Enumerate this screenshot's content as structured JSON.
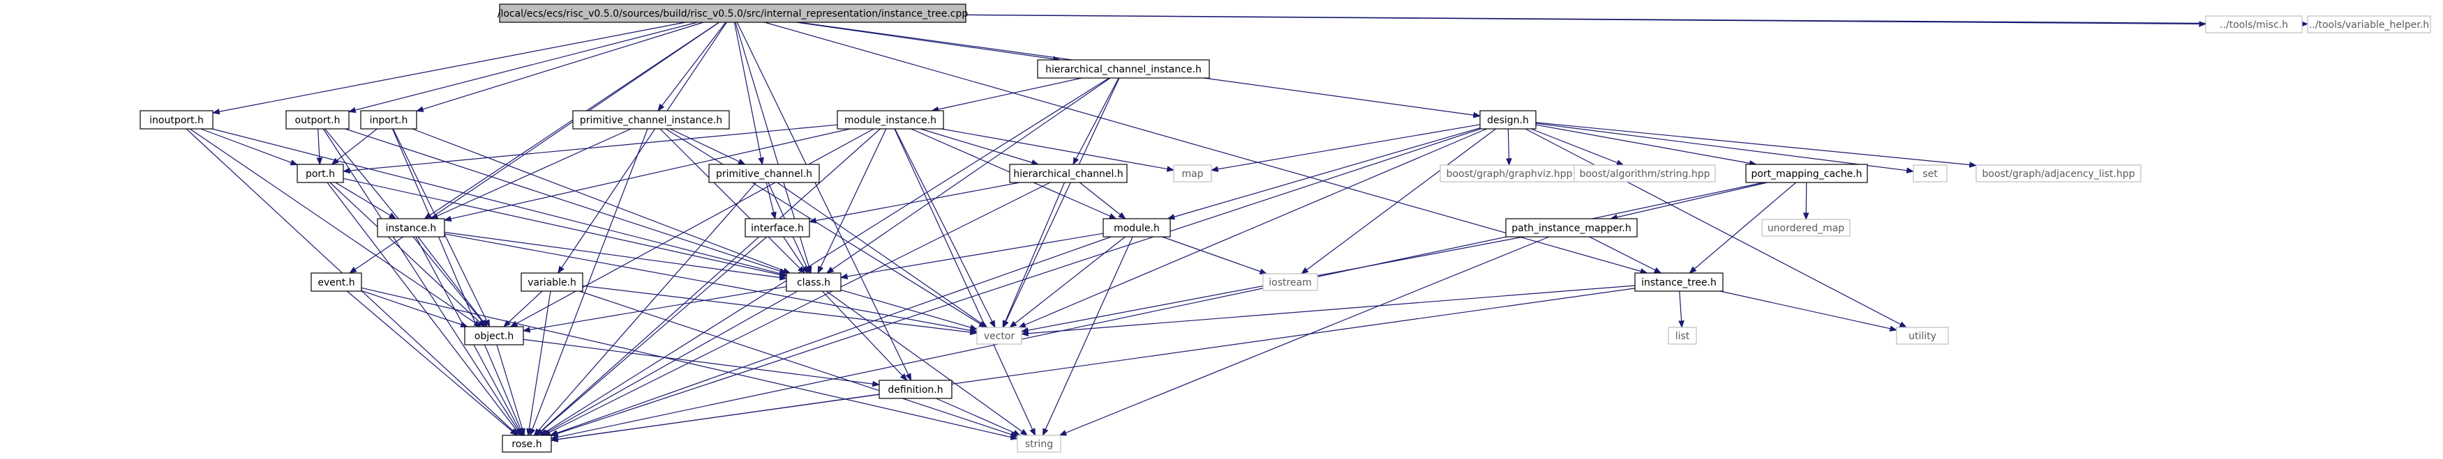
{
  "colors": {
    "edge": "#191970",
    "root_fill": "#bfbfbf",
    "internal_border": "#000000",
    "external_border": "#bfbfbf",
    "external_text": "#5a5a5a"
  },
  "nodes": [
    {
      "id": "root",
      "label": "/local/ecs/ecs/risc_v0.5.0/sources/build/risc_v0.5.0/src/internal_representation/instance_tree.cpp",
      "kind": "root"
    },
    {
      "id": "hierarchical_channel_instance_h",
      "label": "hierarchical_channel_instance.h",
      "kind": "internal"
    },
    {
      "id": "tools_misc_h",
      "label": "../tools/misc.h",
      "kind": "external"
    },
    {
      "id": "tools_variable_helper_h",
      "label": "../tools/variable_helper.h",
      "kind": "external"
    },
    {
      "id": "inoutport_h",
      "label": "inoutport.h",
      "kind": "internal"
    },
    {
      "id": "outport_h",
      "label": "outport.h",
      "kind": "internal"
    },
    {
      "id": "inport_h",
      "label": "inport.h",
      "kind": "internal"
    },
    {
      "id": "primitive_channel_instance_h",
      "label": "primitive_channel_instance.h",
      "kind": "internal"
    },
    {
      "id": "module_instance_h",
      "label": "module_instance.h",
      "kind": "internal"
    },
    {
      "id": "design_h",
      "label": "design.h",
      "kind": "internal"
    },
    {
      "id": "port_h",
      "label": "port.h",
      "kind": "internal"
    },
    {
      "id": "primitive_channel_h",
      "label": "primitive_channel.h",
      "kind": "internal"
    },
    {
      "id": "hierarchical_channel_h",
      "label": "hierarchical_channel.h",
      "kind": "internal"
    },
    {
      "id": "map",
      "label": "map",
      "kind": "external"
    },
    {
      "id": "boost_graphviz",
      "label": "boost/graph/graphviz.hpp",
      "kind": "external"
    },
    {
      "id": "boost_string",
      "label": "boost/algorithm/string.hpp",
      "kind": "external"
    },
    {
      "id": "port_mapping_cache_h",
      "label": "port_mapping_cache.h",
      "kind": "internal"
    },
    {
      "id": "set",
      "label": "set",
      "kind": "external"
    },
    {
      "id": "boost_adjacency",
      "label": "boost/graph/adjacency_list.hpp",
      "kind": "external"
    },
    {
      "id": "instance_h",
      "label": "instance.h",
      "kind": "internal"
    },
    {
      "id": "interface_h",
      "label": "interface.h",
      "kind": "internal"
    },
    {
      "id": "module_h",
      "label": "module.h",
      "kind": "internal"
    },
    {
      "id": "path_instance_mapper_h",
      "label": "path_instance_mapper.h",
      "kind": "internal"
    },
    {
      "id": "unordered_map",
      "label": "unordered_map",
      "kind": "external"
    },
    {
      "id": "event_h",
      "label": "event.h",
      "kind": "internal"
    },
    {
      "id": "variable_h",
      "label": "variable.h",
      "kind": "internal"
    },
    {
      "id": "class_h",
      "label": "class.h",
      "kind": "internal"
    },
    {
      "id": "iostream",
      "label": "iostream",
      "kind": "external"
    },
    {
      "id": "instance_tree_h",
      "label": "instance_tree.h",
      "kind": "internal"
    },
    {
      "id": "object_h",
      "label": "object.h",
      "kind": "internal"
    },
    {
      "id": "vector",
      "label": "vector",
      "kind": "external"
    },
    {
      "id": "list",
      "label": "list",
      "kind": "external"
    },
    {
      "id": "utility",
      "label": "utility",
      "kind": "external"
    },
    {
      "id": "definition_h",
      "label": "definition.h",
      "kind": "internal"
    },
    {
      "id": "rose_h",
      "label": "rose.h",
      "kind": "internal"
    },
    {
      "id": "string",
      "label": "string",
      "kind": "external"
    }
  ],
  "edges": [
    [
      "root",
      "hierarchical_channel_instance_h"
    ],
    [
      "root",
      "tools_misc_h"
    ],
    [
      "root",
      "tools_variable_helper_h"
    ],
    [
      "root",
      "inoutport_h"
    ],
    [
      "root",
      "outport_h"
    ],
    [
      "root",
      "inport_h"
    ],
    [
      "root",
      "primitive_channel_instance_h"
    ],
    [
      "root",
      "design_h"
    ],
    [
      "root",
      "primitive_channel_h"
    ],
    [
      "root",
      "instance_h"
    ],
    [
      "root",
      "event_h"
    ],
    [
      "root",
      "variable_h"
    ],
    [
      "root",
      "class_h"
    ],
    [
      "root",
      "instance_tree_h"
    ],
    [
      "root",
      "definition_h"
    ],
    [
      "hierarchical_channel_instance_h",
      "module_instance_h"
    ],
    [
      "hierarchical_channel_instance_h",
      "hierarchical_channel_h"
    ],
    [
      "hierarchical_channel_instance_h",
      "class_h"
    ],
    [
      "hierarchical_channel_instance_h",
      "vector"
    ],
    [
      "hierarchical_channel_instance_h",
      "rose_h"
    ],
    [
      "inoutport_h",
      "port_h"
    ],
    [
      "inoutport_h",
      "class_h"
    ],
    [
      "inoutport_h",
      "object_h"
    ],
    [
      "inoutport_h",
      "rose_h"
    ],
    [
      "outport_h",
      "port_h"
    ],
    [
      "outport_h",
      "class_h"
    ],
    [
      "outport_h",
      "object_h"
    ],
    [
      "outport_h",
      "rose_h"
    ],
    [
      "inport_h",
      "port_h"
    ],
    [
      "inport_h",
      "class_h"
    ],
    [
      "inport_h",
      "object_h"
    ],
    [
      "inport_h",
      "rose_h"
    ],
    [
      "primitive_channel_instance_h",
      "primitive_channel_h"
    ],
    [
      "primitive_channel_instance_h",
      "instance_h"
    ],
    [
      "primitive_channel_instance_h",
      "class_h"
    ],
    [
      "primitive_channel_instance_h",
      "vector"
    ],
    [
      "primitive_channel_instance_h",
      "rose_h"
    ],
    [
      "module_instance_h",
      "port_h"
    ],
    [
      "module_instance_h",
      "instance_h"
    ],
    [
      "module_instance_h",
      "hierarchical_channel_h"
    ],
    [
      "module_instance_h",
      "module_h"
    ],
    [
      "module_instance_h",
      "map"
    ],
    [
      "module_instance_h",
      "class_h"
    ],
    [
      "module_instance_h",
      "vector"
    ],
    [
      "module_instance_h",
      "rose_h"
    ],
    [
      "module_instance_h",
      "object_h"
    ],
    [
      "module_instance_h",
      "string"
    ],
    [
      "design_h",
      "map"
    ],
    [
      "design_h",
      "boost_graphviz"
    ],
    [
      "design_h",
      "boost_string"
    ],
    [
      "design_h",
      "port_mapping_cache_h"
    ],
    [
      "design_h",
      "set"
    ],
    [
      "design_h",
      "boost_adjacency"
    ],
    [
      "design_h",
      "iostream"
    ],
    [
      "design_h",
      "vector"
    ],
    [
      "design_h",
      "rose_h"
    ],
    [
      "design_h",
      "utility"
    ],
    [
      "design_h",
      "module_h"
    ],
    [
      "port_h",
      "instance_h"
    ],
    [
      "port_h",
      "object_h"
    ],
    [
      "port_h",
      "class_h"
    ],
    [
      "port_h",
      "rose_h"
    ],
    [
      "primitive_channel_h",
      "interface_h"
    ],
    [
      "primitive_channel_h",
      "class_h"
    ],
    [
      "primitive_channel_h",
      "vector"
    ],
    [
      "primitive_channel_h",
      "rose_h"
    ],
    [
      "hierarchical_channel_h",
      "interface_h"
    ],
    [
      "hierarchical_channel_h",
      "module_h"
    ],
    [
      "hierarchical_channel_h",
      "vector"
    ],
    [
      "hierarchical_channel_h",
      "rose_h"
    ],
    [
      "port_mapping_cache_h",
      "path_instance_mapper_h"
    ],
    [
      "port_mapping_cache_h",
      "unordered_map"
    ],
    [
      "port_mapping_cache_h",
      "instance_tree_h"
    ],
    [
      "port_mapping_cache_h",
      "rose_h"
    ],
    [
      "instance_h",
      "class_h"
    ],
    [
      "instance_h",
      "object_h"
    ],
    [
      "instance_h",
      "vector"
    ],
    [
      "instance_h",
      "rose_h"
    ],
    [
      "interface_h",
      "class_h"
    ],
    [
      "interface_h",
      "rose_h"
    ],
    [
      "module_h",
      "class_h"
    ],
    [
      "module_h",
      "iostream"
    ],
    [
      "module_h",
      "vector"
    ],
    [
      "module_h",
      "rose_h"
    ],
    [
      "module_h",
      "string"
    ],
    [
      "path_instance_mapper_h",
      "instance_tree_h"
    ],
    [
      "path_instance_mapper_h",
      "vector"
    ],
    [
      "path_instance_mapper_h",
      "string"
    ],
    [
      "event_h",
      "object_h"
    ],
    [
      "event_h",
      "rose_h"
    ],
    [
      "event_h",
      "string"
    ],
    [
      "variable_h",
      "object_h"
    ],
    [
      "variable_h",
      "vector"
    ],
    [
      "variable_h",
      "rose_h"
    ],
    [
      "variable_h",
      "string"
    ],
    [
      "class_h",
      "object_h"
    ],
    [
      "class_h",
      "vector"
    ],
    [
      "class_h",
      "definition_h"
    ],
    [
      "class_h",
      "rose_h"
    ],
    [
      "class_h",
      "string"
    ],
    [
      "instance_tree_h",
      "vector"
    ],
    [
      "instance_tree_h",
      "list"
    ],
    [
      "instance_tree_h",
      "utility"
    ],
    [
      "instance_tree_h",
      "rose_h"
    ],
    [
      "object_h",
      "rose_h"
    ],
    [
      "object_h",
      "definition_h"
    ],
    [
      "definition_h",
      "rose_h"
    ],
    [
      "definition_h",
      "string"
    ]
  ]
}
